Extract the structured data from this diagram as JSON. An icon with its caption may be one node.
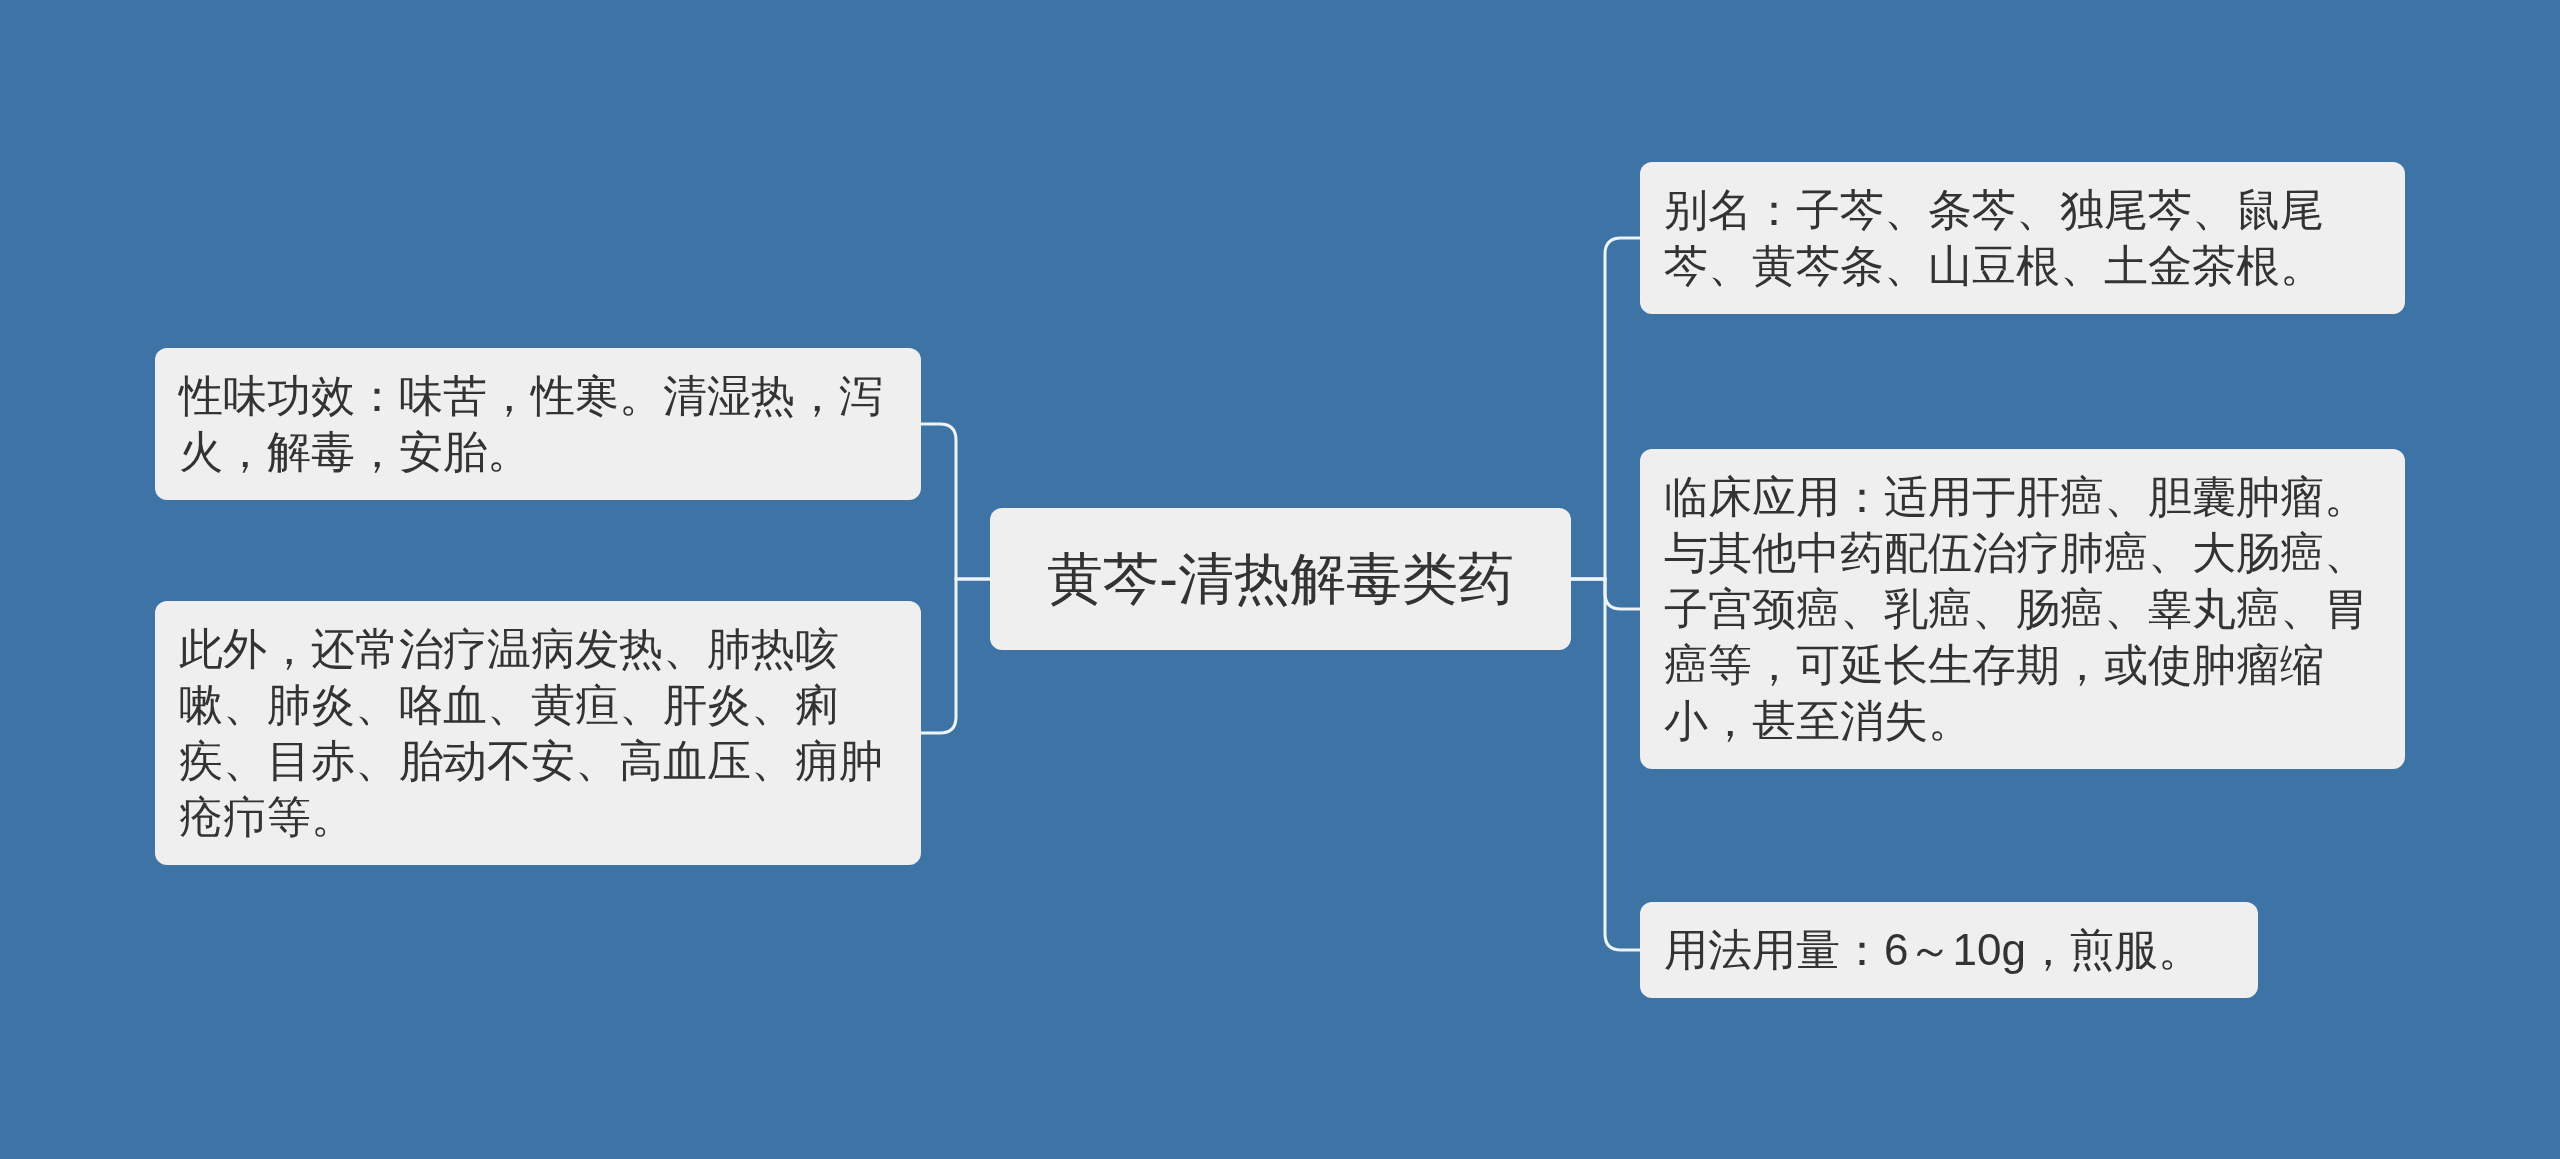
{
  "diagram": {
    "nodes": [
      {
        "text": [
          "黄芩-清热解毒类药"
        ]
      },
      {
        "text": [
          "性味功效：味苦，性寒。清湿热，泻火，解毒，安胎。"
        ]
      },
      {
        "text": [
          "此外，还常治疗温病发热、肺热咳嗽、肺炎、咯血、黄疸、肝炎、痢疾、目赤、胎动不安、高血压、痈肿疮疖等。"
        ]
      },
      {
        "text": [
          "别名：子芩、条芩、独尾芩、鼠尾芩、黄芩条、山豆根、土金茶根。"
        ]
      },
      {
        "text": [
          "临床应用：适用于肝癌、胆囊肿瘤。与其他中药配伍治疗肺癌、大肠癌、子宫颈癌、乳癌、肠癌、睾丸癌、胃癌等，可延长生存期，或使肿瘤缩小，甚至消失。"
        ]
      },
      {
        "text": [
          "用法用量：6～10g，煎服。"
        ]
      }
    ],
    "edges": [
      {
        "from": 0,
        "to": 1,
        "arrow": "none"
      },
      {
        "from": 0,
        "to": 2,
        "arrow": "none"
      },
      {
        "from": 0,
        "to": 3,
        "arrow": "none"
      },
      {
        "from": 0,
        "to": 4,
        "arrow": "none"
      },
      {
        "from": 0,
        "to": 5,
        "arrow": "none"
      }
    ]
  }
}
